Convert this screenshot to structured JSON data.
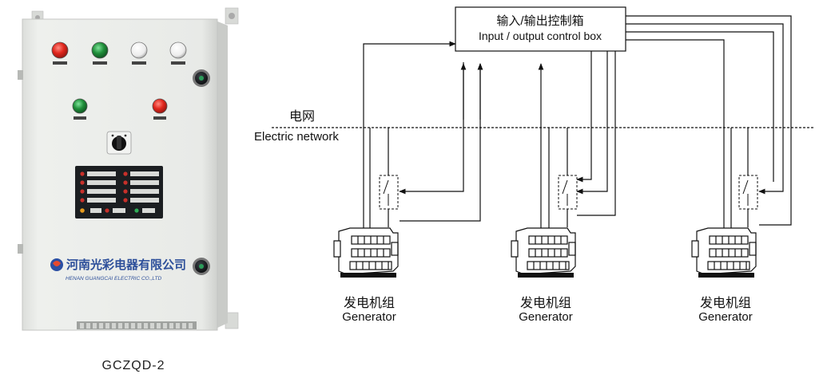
{
  "product": {
    "model": "GCZQD-2",
    "company_cn": "河南光彩电器有限公司",
    "company_en": "HENAN GUANGCAI ELECTRIC CO.,LTD",
    "colors": {
      "panel": "#e9ebe8",
      "red": "#e1261c",
      "green": "#1f8f3a",
      "white": "#f7f7f7",
      "dark": "#1b1e21"
    }
  },
  "diagram": {
    "control_box": {
      "label_cn": "输入/输出控制箱",
      "label_en": "Input / output control box"
    },
    "network": {
      "label_cn": "电网",
      "label_en": "Electric network"
    },
    "generators": [
      {
        "label_cn": "发电机组",
        "label_en": "Generator"
      },
      {
        "label_cn": "发电机组",
        "label_en": "Generator"
      },
      {
        "label_cn": "发电机组",
        "label_en": "Generator"
      }
    ]
  }
}
